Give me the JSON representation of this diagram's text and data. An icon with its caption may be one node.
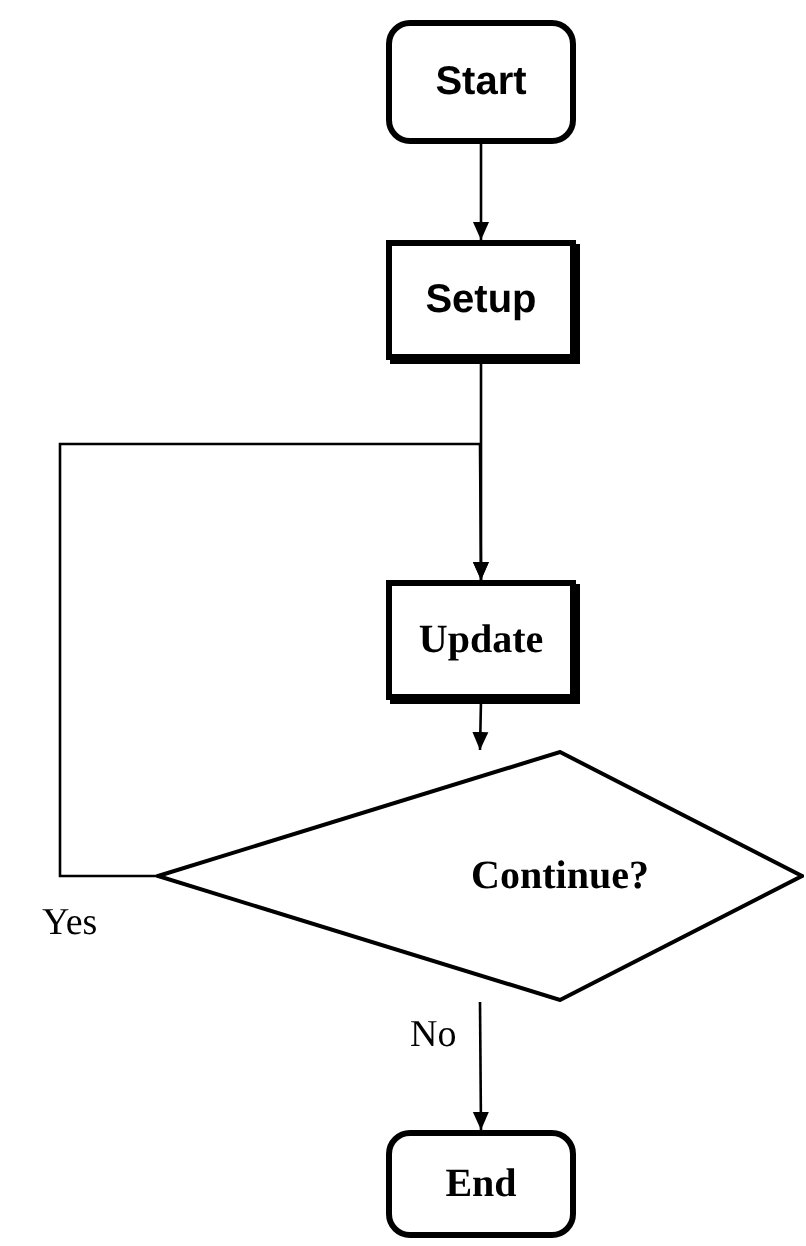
{
  "diagram": {
    "nodes": [
      {
        "text": [
          "Start"
        ]
      },
      {
        "text": [
          "Setup"
        ]
      },
      {
        "text": [
          "Update"
        ]
      },
      {
        "text": [
          "Continue?"
        ]
      },
      {
        "text": [
          "End"
        ]
      }
    ],
    "edges": [
      {
        "from": 0,
        "to": 1,
        "arrow": "to"
      },
      {
        "from": 1,
        "to": 2,
        "arrow": "to"
      },
      {
        "from": 2,
        "to": 3,
        "arrow": "to"
      },
      {
        "from": 3,
        "to": 2,
        "arrow": "to",
        "label": "Yes"
      },
      {
        "from": 3,
        "to": 4,
        "arrow": "to",
        "label": "No"
      }
    ]
  }
}
